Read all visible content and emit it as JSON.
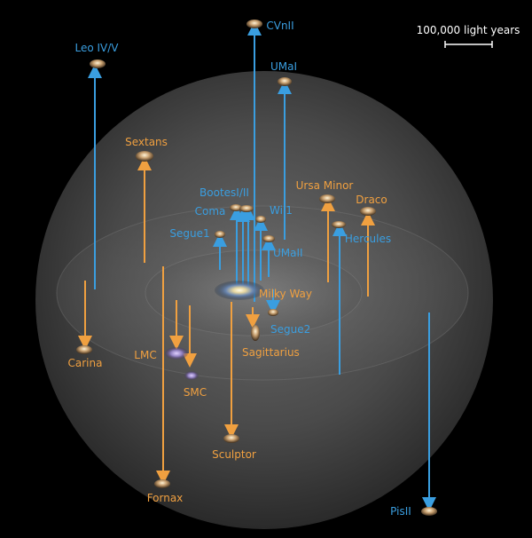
{
  "scale_bar": {
    "label": "100,000 light years"
  },
  "colors": {
    "blue": "#3a9ee0",
    "orange": "#f0a040",
    "background": "#000000"
  },
  "galaxies": [
    {
      "key": "leo",
      "name": "Leo IV/V",
      "color": "blue"
    },
    {
      "key": "cvnii",
      "name": "CVnII",
      "color": "blue"
    },
    {
      "key": "umai",
      "name": "UMaI",
      "color": "blue"
    },
    {
      "key": "sextans",
      "name": "Sextans",
      "color": "orange"
    },
    {
      "key": "ursa",
      "name": "Ursa Minor",
      "color": "orange"
    },
    {
      "key": "draco",
      "name": "Draco",
      "color": "orange"
    },
    {
      "key": "bootes",
      "name": "BootesI/II",
      "color": "blue"
    },
    {
      "key": "coma",
      "name": "Coma",
      "color": "blue"
    },
    {
      "key": "wil1",
      "name": "Wil1",
      "color": "blue"
    },
    {
      "key": "segue1",
      "name": "Segue1",
      "color": "blue"
    },
    {
      "key": "hercules",
      "name": "Hercules",
      "color": "blue"
    },
    {
      "key": "umaii",
      "name": "UMaII",
      "color": "blue"
    },
    {
      "key": "milkyway",
      "name": "Milky Way",
      "color": "orange"
    },
    {
      "key": "segue2",
      "name": "Segue2",
      "color": "blue"
    },
    {
      "key": "sagittarius",
      "name": "Sagittarius",
      "color": "orange"
    },
    {
      "key": "lmc",
      "name": "LMC",
      "color": "orange"
    },
    {
      "key": "carina",
      "name": "Carina",
      "color": "orange"
    },
    {
      "key": "smc",
      "name": "SMC",
      "color": "orange"
    },
    {
      "key": "sculptor",
      "name": "Sculptor",
      "color": "orange"
    },
    {
      "key": "fornax",
      "name": "Fornax",
      "color": "orange"
    },
    {
      "key": "pisii",
      "name": "PisII",
      "color": "blue"
    }
  ]
}
